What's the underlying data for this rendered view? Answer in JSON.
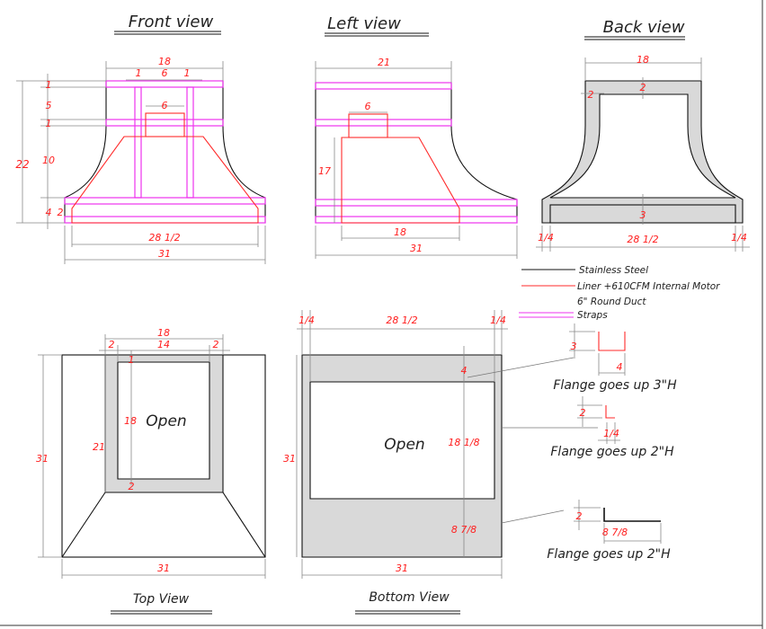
{
  "titles": {
    "front": "Front view",
    "left": "Left view",
    "back": "Back view",
    "top": "Top View",
    "bottom": "Bottom View"
  },
  "front": {
    "top_width": "18",
    "strap_left": "1",
    "strap_gap": "6",
    "strap_right": "1",
    "duct_width": "6",
    "total_height": "22",
    "strap1": "1",
    "gap1": "5",
    "strap2": "1",
    "gap2": "10",
    "base": "4",
    "base_strap": "2",
    "liner_width": "28 1/2",
    "width": "31"
  },
  "left": {
    "top_width": "21",
    "duct_width": "6",
    "liner_height": "17",
    "liner_width": "18",
    "width": "31"
  },
  "back": {
    "top_width": "18",
    "top_frame": "2",
    "side_frame": "2",
    "base": "3",
    "left_edge": "1/4",
    "inner_width": "28 1/2",
    "right_edge": "1/4"
  },
  "legend": [
    {
      "label": "Stainless Steel",
      "color": "#111111"
    },
    {
      "label": "Liner +610CFM Internal Motor",
      "color": "#ff2a2a"
    },
    {
      "label": "6\" Round Duct",
      "color": ""
    },
    {
      "label": "Straps",
      "color": "#ee33ee"
    }
  ],
  "topview": {
    "width_top": "18",
    "frame_left": "2",
    "inner": "14",
    "frame_right": "2",
    "frame_top": "1",
    "inner_height": "18",
    "open": "Open",
    "height_total": "21",
    "frame_bottom": "2",
    "depth": "31",
    "width": "31"
  },
  "bottomview": {
    "edge_left": "1/4",
    "inner_width": "28 1/2",
    "edge_right": "1/4",
    "front_strip": "4",
    "opening": "18 1/8",
    "rear_strip": "8 7/8",
    "open": "Open",
    "depth": "31",
    "width": "31"
  },
  "flanges": [
    {
      "label": "Flange goes up 3\"H",
      "height": "3",
      "width": "4"
    },
    {
      "label": "Flange goes up 2\"H",
      "height": "2",
      "width": "1/4"
    },
    {
      "label": "Flange goes up 2\"H",
      "height": "2",
      "width": "8 7/8"
    }
  ]
}
